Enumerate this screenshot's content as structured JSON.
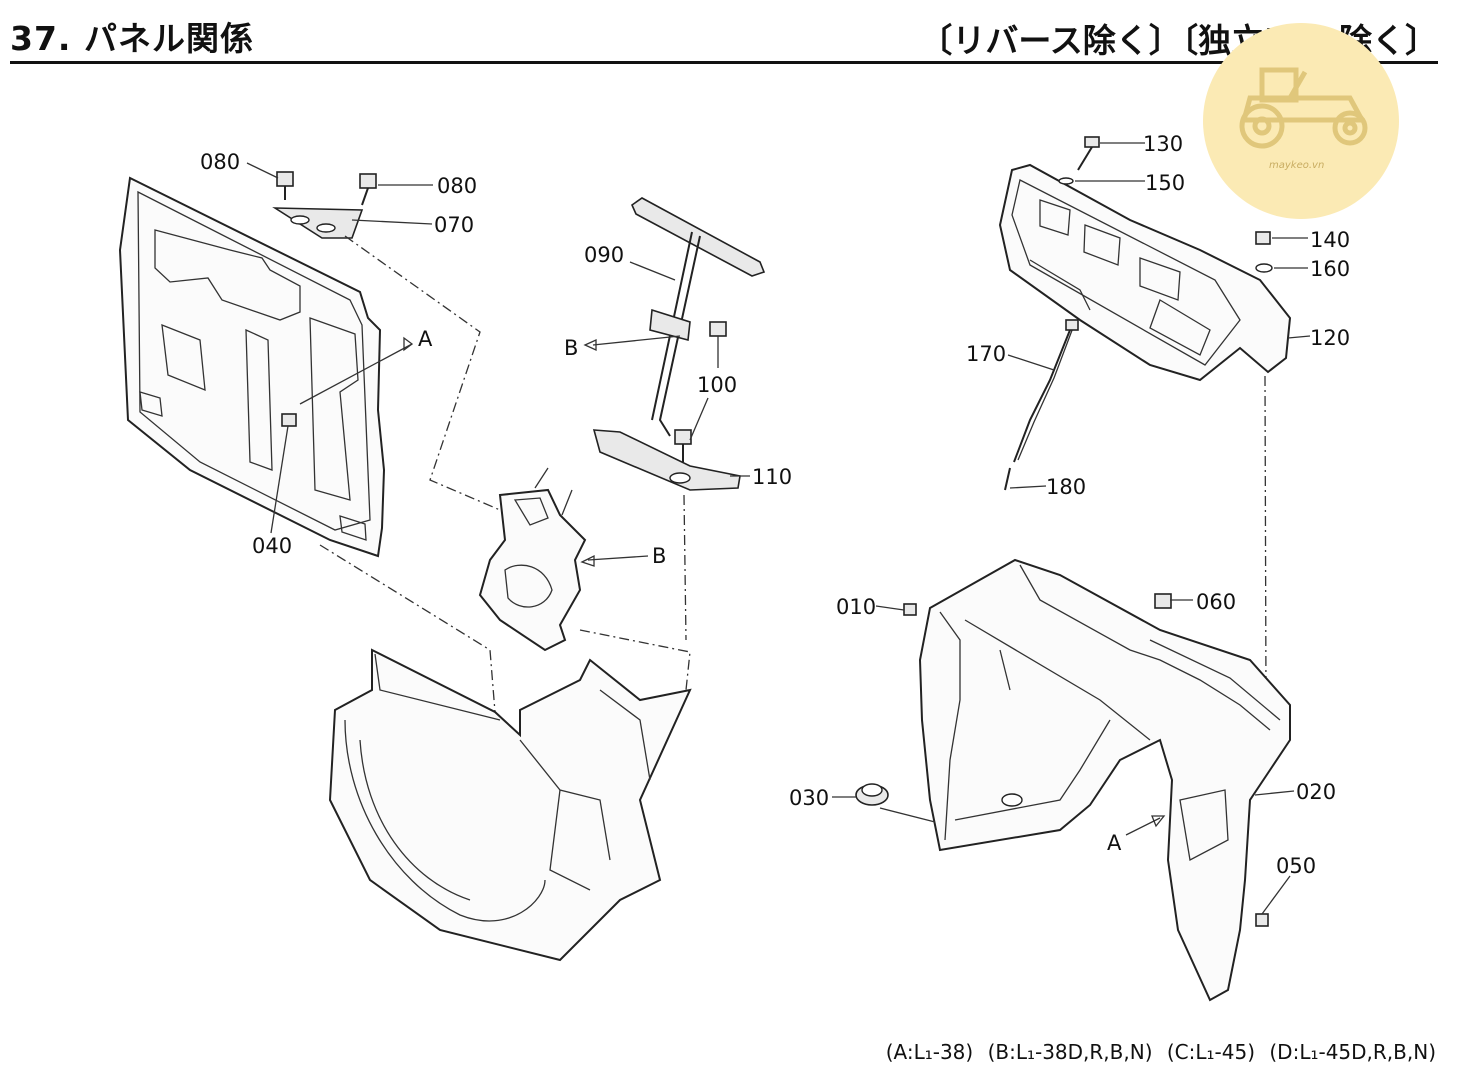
{
  "header": {
    "title": "37. パネル関係",
    "condition": "〔リバース除く〕〔独立PTO除く〕"
  },
  "watermark": {
    "site": "maykeo.vn",
    "icon": "tractor-icon",
    "bg_color": "#fbeab4",
    "icon_color": "#e0c77b"
  },
  "callouts": {
    "c010": "010",
    "c020": "020",
    "c030": "030",
    "c040": "040",
    "c050": "050",
    "c060": "060",
    "c070": "070",
    "c080a": "080",
    "c080b": "080",
    "c090": "090",
    "c100": "100",
    "c110": "110",
    "c120": "120",
    "c130": "130",
    "c140": "140",
    "c150": "150",
    "c160": "160",
    "c170": "170",
    "c180": "180"
  },
  "refs": {
    "a1": "A",
    "a2": "A",
    "b1": "B",
    "b2": "B"
  },
  "footnote": {
    "a": "(A:L₁-38)",
    "b": "(B:L₁-38D,R,B,N)",
    "c": "(C:L₁-45)",
    "d": "(D:L₁-45D,R,B,N)"
  }
}
